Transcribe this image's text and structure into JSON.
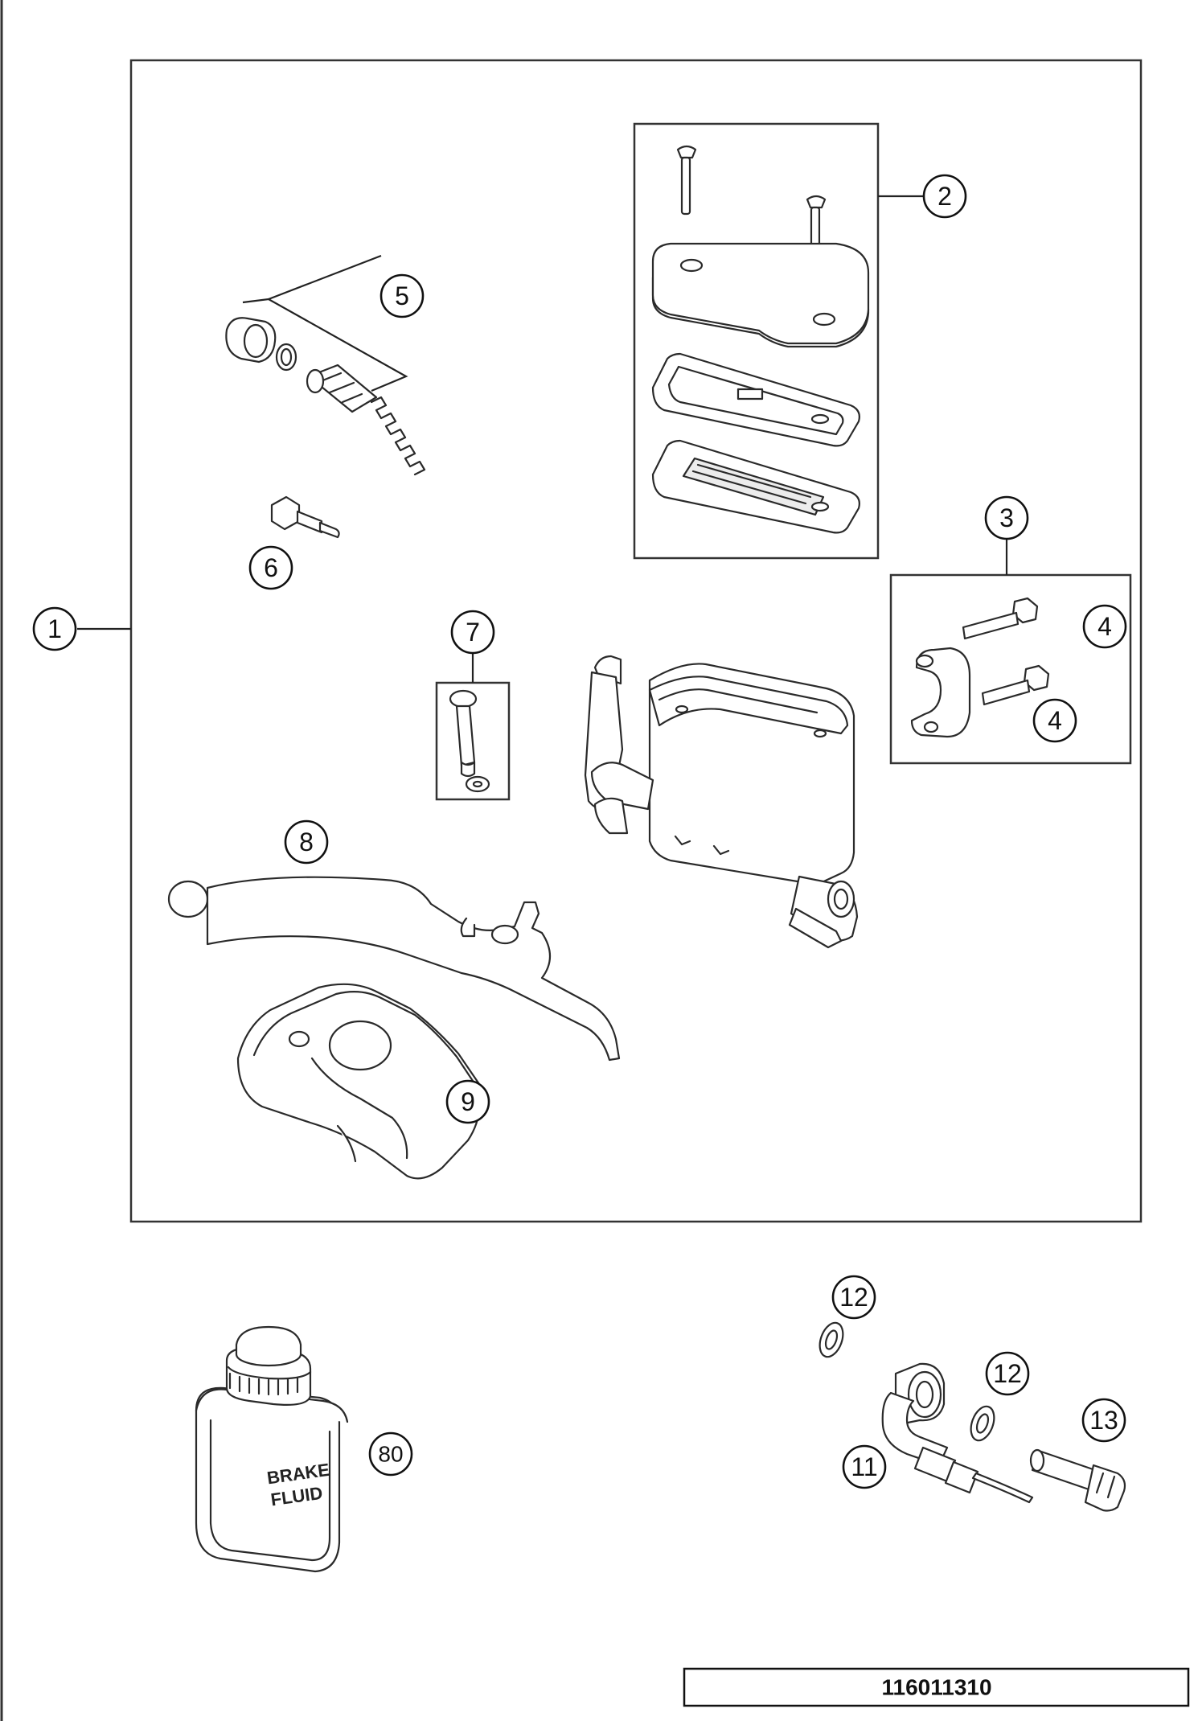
{
  "callouts": {
    "c1": "1",
    "c2": "2",
    "c3": "3",
    "c4a": "4",
    "c4b": "4",
    "c5": "5",
    "c6": "6",
    "c7": "7",
    "c8": "8",
    "c9": "9",
    "c11": "11",
    "c12a": "12",
    "c12b": "12",
    "c13": "13",
    "c80": "80"
  },
  "bottle_label": {
    "line1": "BRAKE",
    "line2": "FLUID"
  },
  "reference_number": "116011310",
  "colors": {
    "line": "#2a2a2a",
    "background": "#ffffff"
  }
}
